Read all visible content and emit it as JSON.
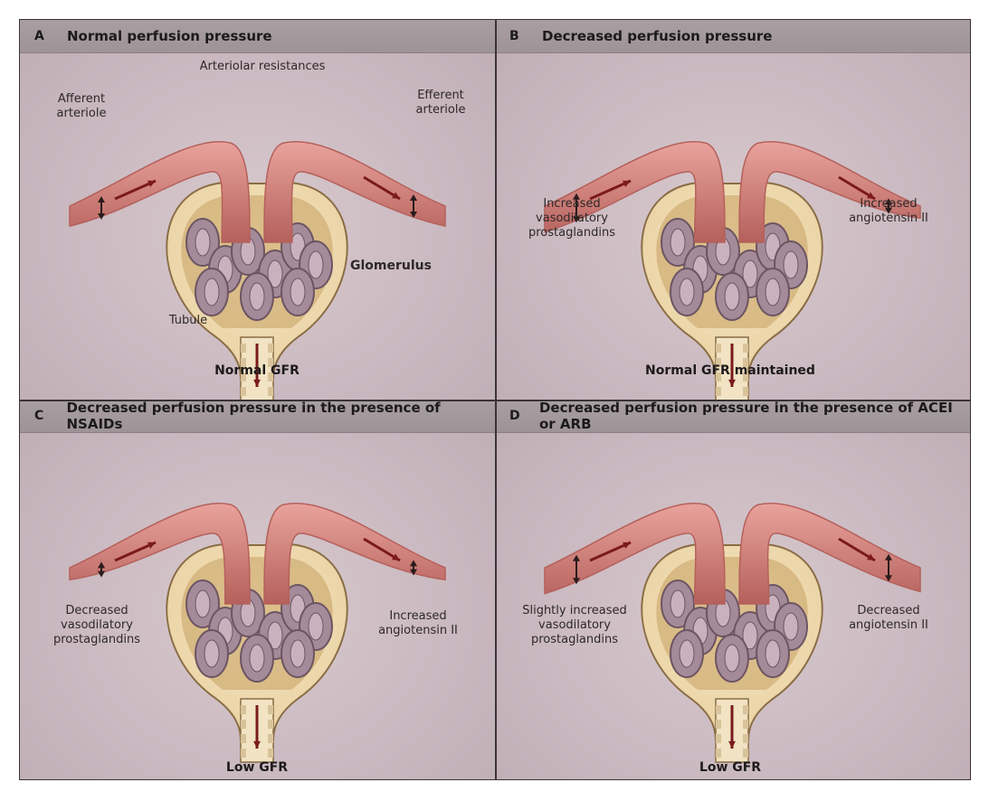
{
  "panels": [
    {
      "id": "A",
      "letter": "A",
      "title": "Normal perfusion pressure",
      "labels": {
        "arteriolar_resistances": "Arteriolar resistances",
        "afferent": "Afferent\narteriole",
        "efferent": "Efferent\narteriole",
        "glomerulus": "Glomerulus",
        "tubule": "Tubule"
      },
      "result": "Normal GFR"
    },
    {
      "id": "B",
      "letter": "B",
      "title": "Decreased perfusion pressure",
      "labels": {
        "left": "Increased\nvasodilatory\nprostaglandins",
        "right": "Increased\nangiotensin II"
      },
      "result": "Normal GFR maintained"
    },
    {
      "id": "C",
      "letter": "C",
      "title": "Decreased perfusion pressure in the presence of NSAIDs",
      "labels": {
        "left": "Decreased\nvasodilatory\nprostaglandins",
        "right": "Increased\nangiotensin II"
      },
      "result": "Low GFR"
    },
    {
      "id": "D",
      "letter": "D",
      "title": "Decreased perfusion pressure in the presence of ACEI or ARB",
      "labels": {
        "left": "Slightly increased\nvasodilatory\nprostaglandins",
        "right": "Decreased\nangiotensin II"
      },
      "result": "Low GFR"
    }
  ],
  "colors": {
    "vessel": "#d9837c",
    "vessel_dark": "#b5605b",
    "capsule": "#e9d2a4",
    "capsule_inner": "#c7a163",
    "capillary": "#a58b99",
    "arrow": "#7a1a1c"
  }
}
